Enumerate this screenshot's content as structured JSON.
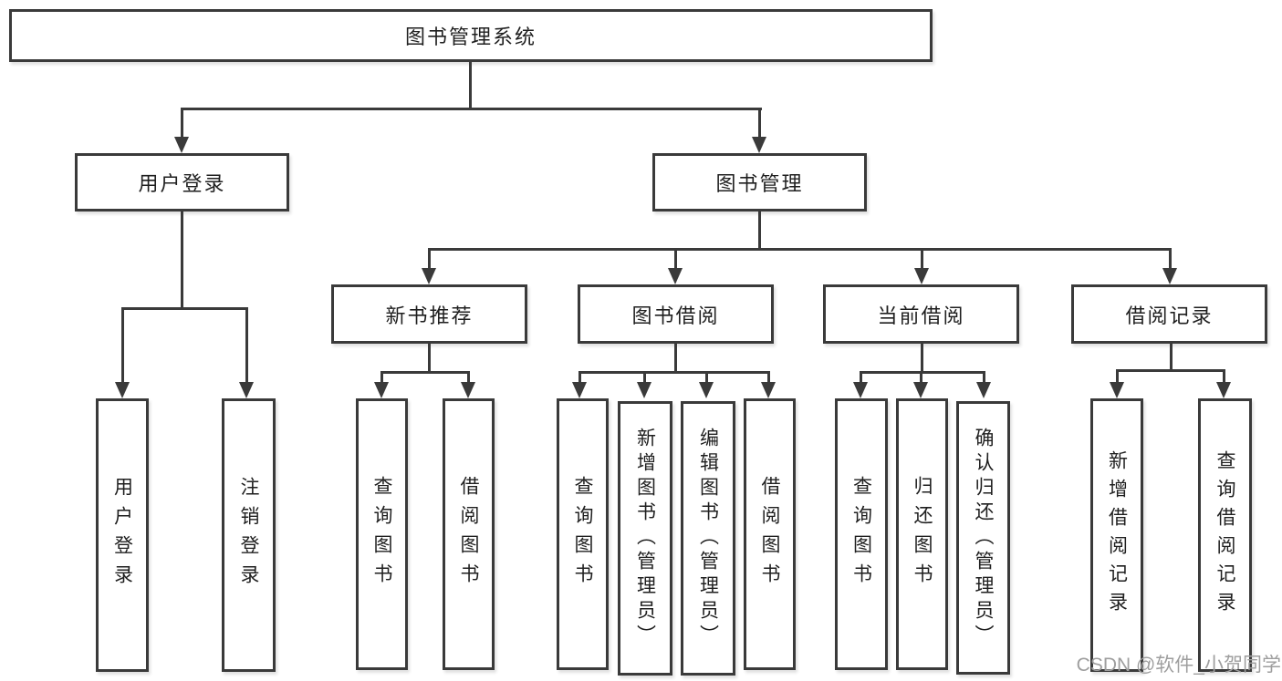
{
  "tree": {
    "root": {
      "label": "图书管理系统"
    },
    "branches": [
      {
        "label": "用户登录",
        "children": [
          {
            "label": "用户登录"
          },
          {
            "label": "注销登录"
          }
        ]
      },
      {
        "label": "图书管理",
        "children": [
          {
            "label": "新书推荐",
            "children": [
              {
                "label": "查询图书"
              },
              {
                "label": "借阅图书"
              }
            ]
          },
          {
            "label": "图书借阅",
            "children": [
              {
                "label": "查询图书"
              },
              {
                "label": "新增图书（管理员）"
              },
              {
                "label": "编辑图书（管理员）"
              },
              {
                "label": "借阅图书"
              }
            ]
          },
          {
            "label": "当前借阅",
            "children": [
              {
                "label": "查询图书"
              },
              {
                "label": "归还图书"
              },
              {
                "label": "确认归还（管理员）"
              }
            ]
          },
          {
            "label": "借阅记录",
            "children": [
              {
                "label": "新增借阅记录"
              },
              {
                "label": "查询借阅记录"
              }
            ]
          }
        ]
      }
    ]
  },
  "watermark": "CSDN @软件_小贺同学",
  "colors": {
    "line": "#3a3a3a",
    "text": "#1f1f1f",
    "watermark": "#9e9e9e",
    "background": "#ffffff"
  }
}
